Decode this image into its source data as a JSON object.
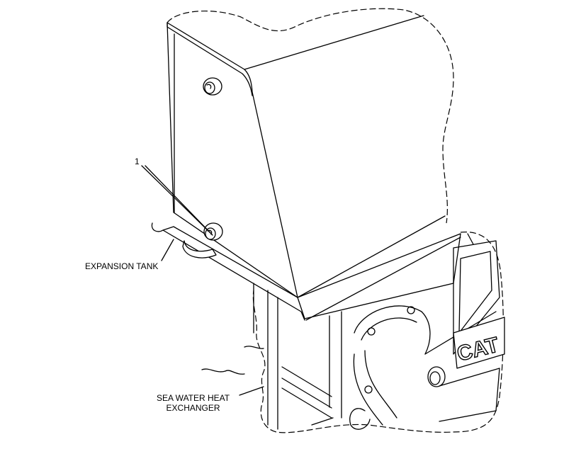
{
  "callouts": {
    "item_number": "1",
    "expansion_tank": "EXPANSION TANK",
    "sea_water_line1": "SEA WATER HEAT",
    "sea_water_line2": "EXCHANGER"
  },
  "logo_text": "CAT",
  "colors": {
    "line": "#000000",
    "background": "#ffffff"
  }
}
